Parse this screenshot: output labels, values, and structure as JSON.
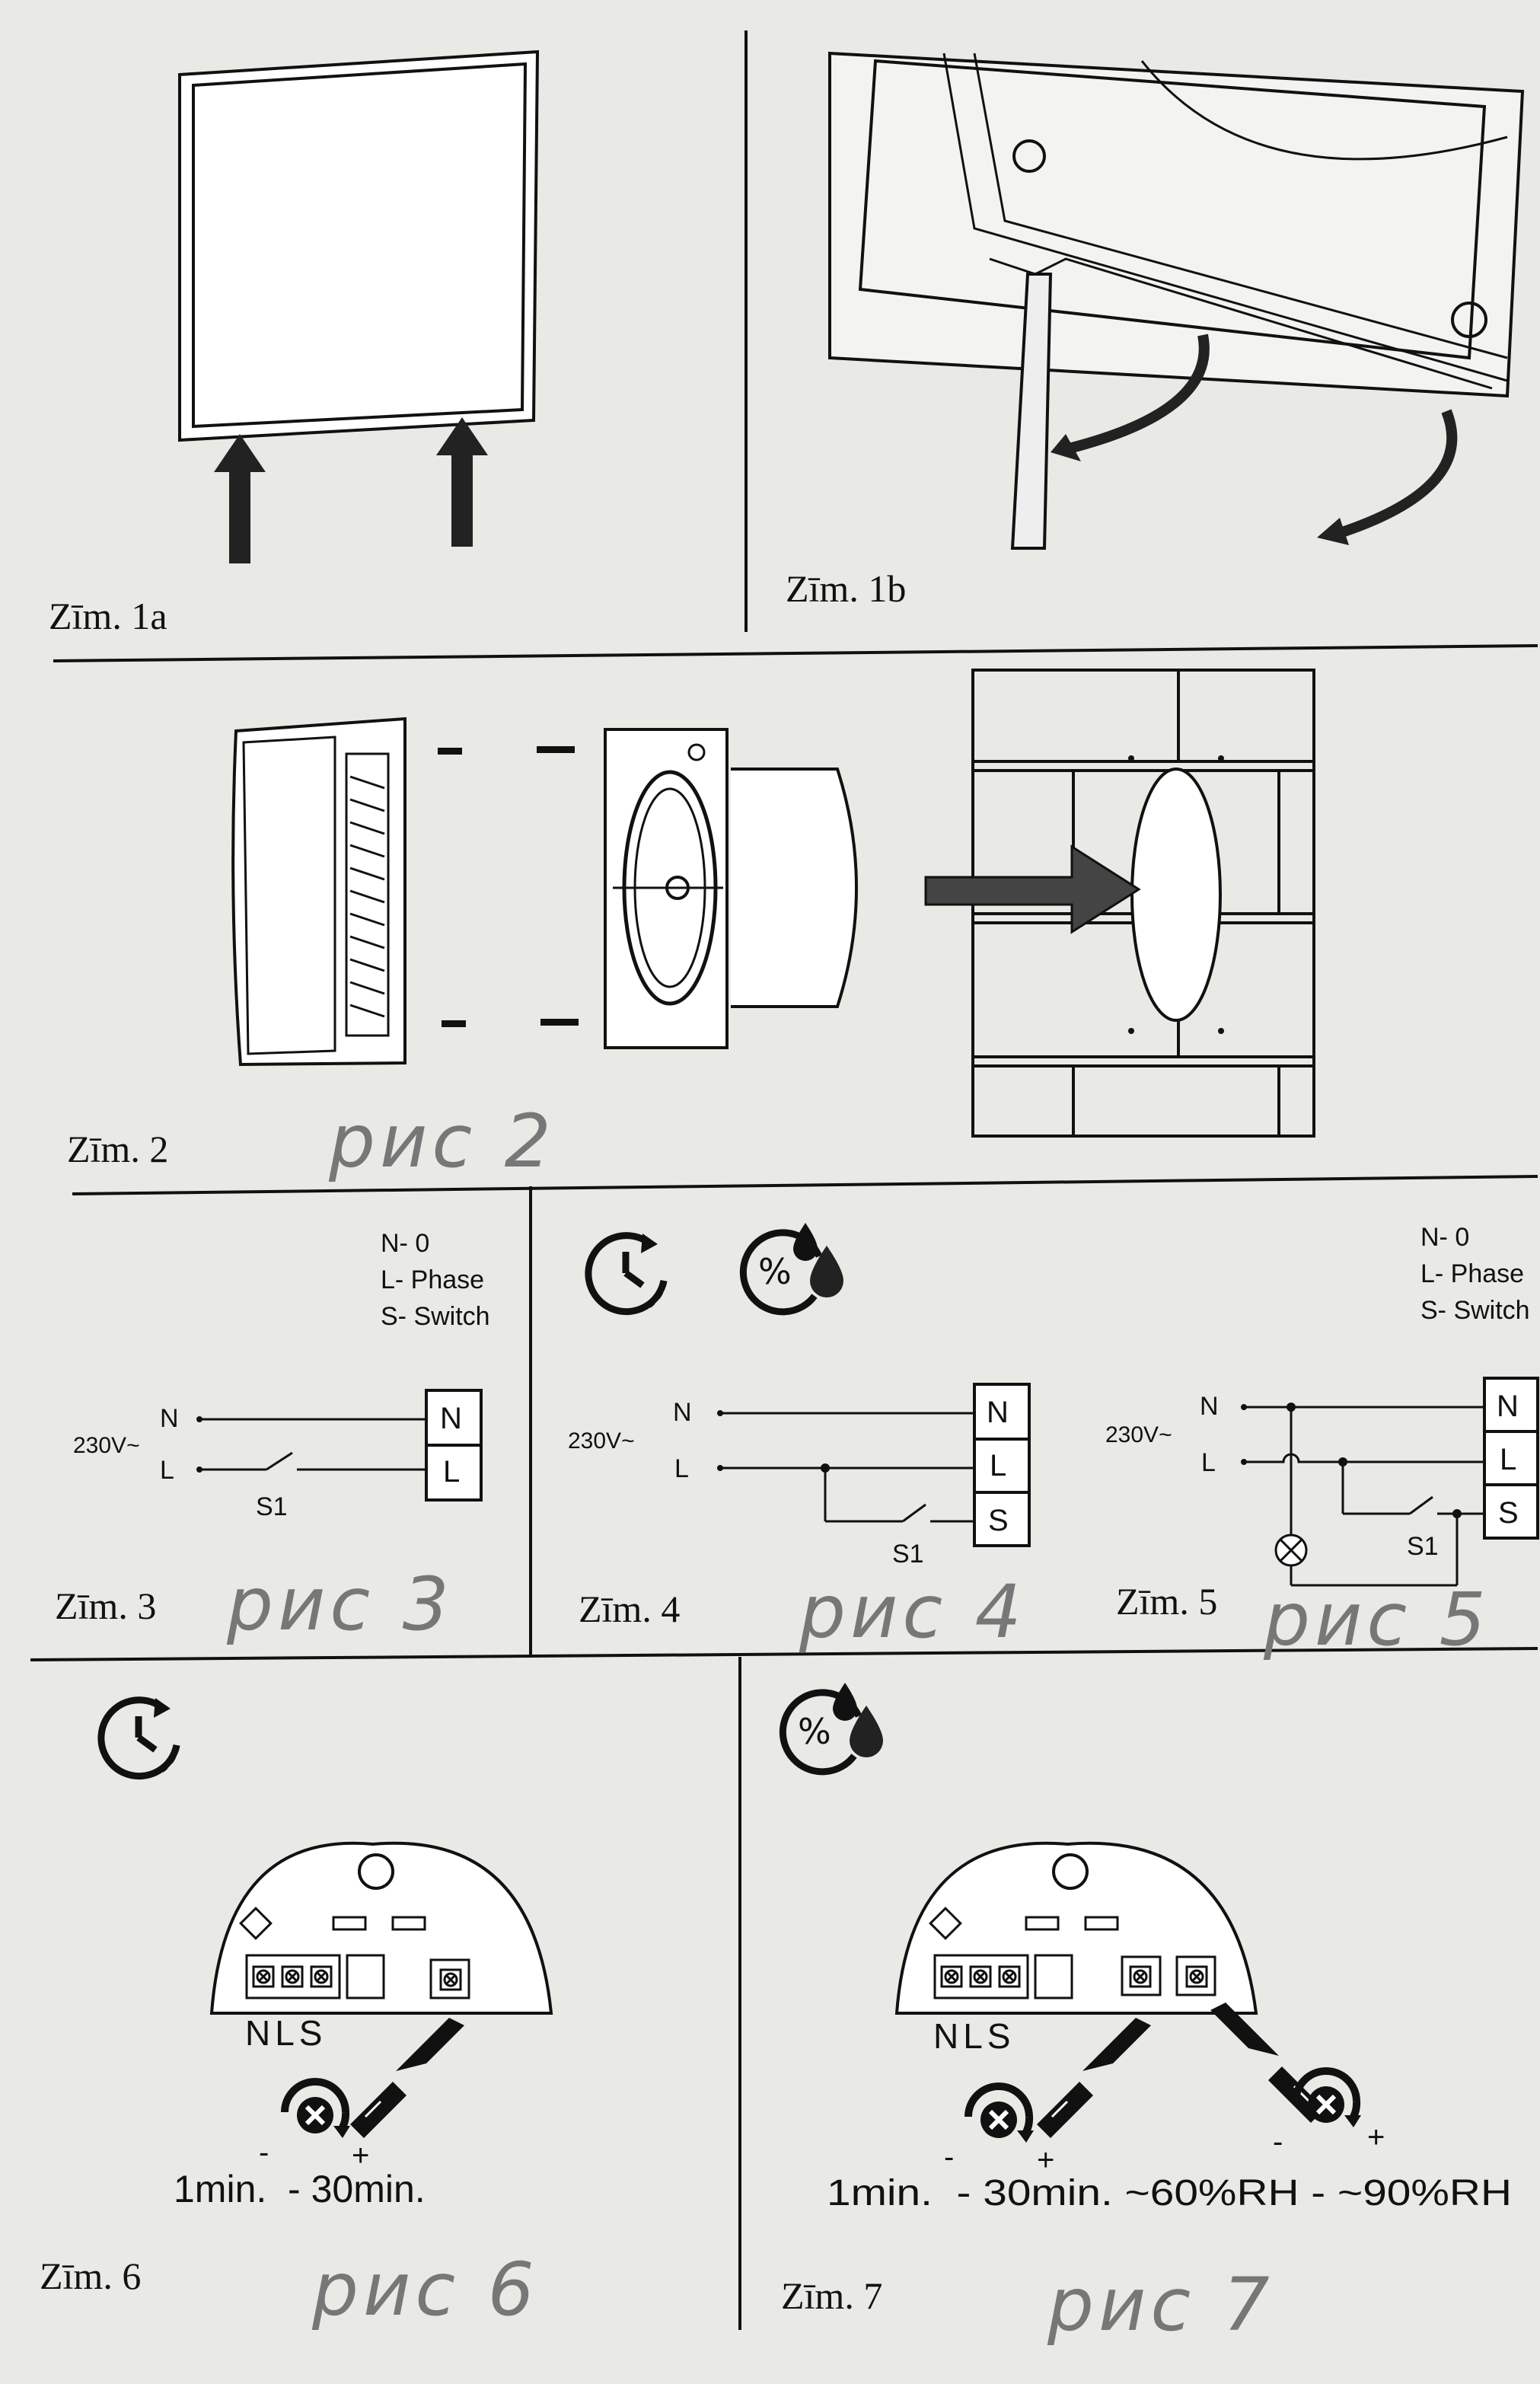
{
  "figures": {
    "z1a": {
      "caption": "Zīm. 1a"
    },
    "z1b": {
      "caption": "Zīm. 1b"
    },
    "z2": {
      "caption": "Zīm. 2",
      "note": "рис 2"
    },
    "z3": {
      "caption": "Zīm. 3",
      "note": "рис 3"
    },
    "z4": {
      "caption": "Zīm. 4",
      "note": "рис 4"
    },
    "z5": {
      "caption": "Zīm. 5",
      "note": "рис 5"
    },
    "z6": {
      "caption": "Zīm. 6",
      "note": "рис 6"
    },
    "z7": {
      "caption": "Zīm. 7",
      "note": "рис 7"
    }
  },
  "legend": {
    "n": "N- 0",
    "l": "L- Phase",
    "s": "S- Switch"
  },
  "wiring": {
    "voltage": "230V~",
    "n": "N",
    "l": "L",
    "s": "S",
    "switch": "S1"
  },
  "terminals": {
    "n": "N",
    "l": "L",
    "s": "S",
    "nls": "NLS"
  },
  "adjust": {
    "minus": "-",
    "plus": "+",
    "timer_range": "1min.  - 30min.",
    "timer_humidity_range": "1min.  - 30min. ~60%RH - ~90%RH"
  },
  "icons": {
    "timer": "timer-clock-icon",
    "humidity": "humidity-percent-icon"
  }
}
